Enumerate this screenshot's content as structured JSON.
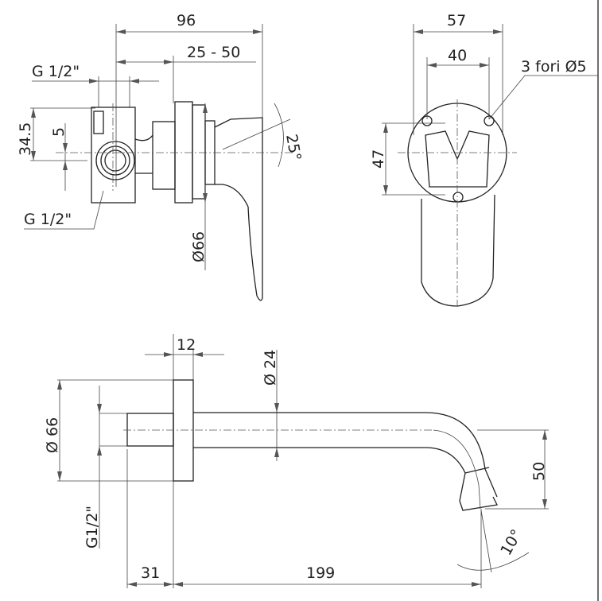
{
  "top_left_view": {
    "dim_overall_length": "96",
    "dim_wall_depth": "25 - 50",
    "dim_thread_top": "G 1/2\"",
    "dim_thread_bottom": "G 1/2\"",
    "dim_height": "34.5",
    "dim_offset": "5",
    "dim_flange_diameter": "Ø66",
    "dim_lever_angle": "25°"
  },
  "top_right_view": {
    "dim_width": "57",
    "dim_hole_spacing": "40",
    "dim_holes_note": "3 fori Ø5",
    "dim_height": "47"
  },
  "bottom_view": {
    "dim_flange_thickness": "12",
    "dim_pipe_diameter": "Ø 24",
    "dim_flange_diameter": "Ø 66",
    "dim_thread": "G1/2\"",
    "dim_spout_drop": "50",
    "dim_spout_angle": "10°",
    "dim_stub_length": "31",
    "dim_spout_reach": "199"
  }
}
